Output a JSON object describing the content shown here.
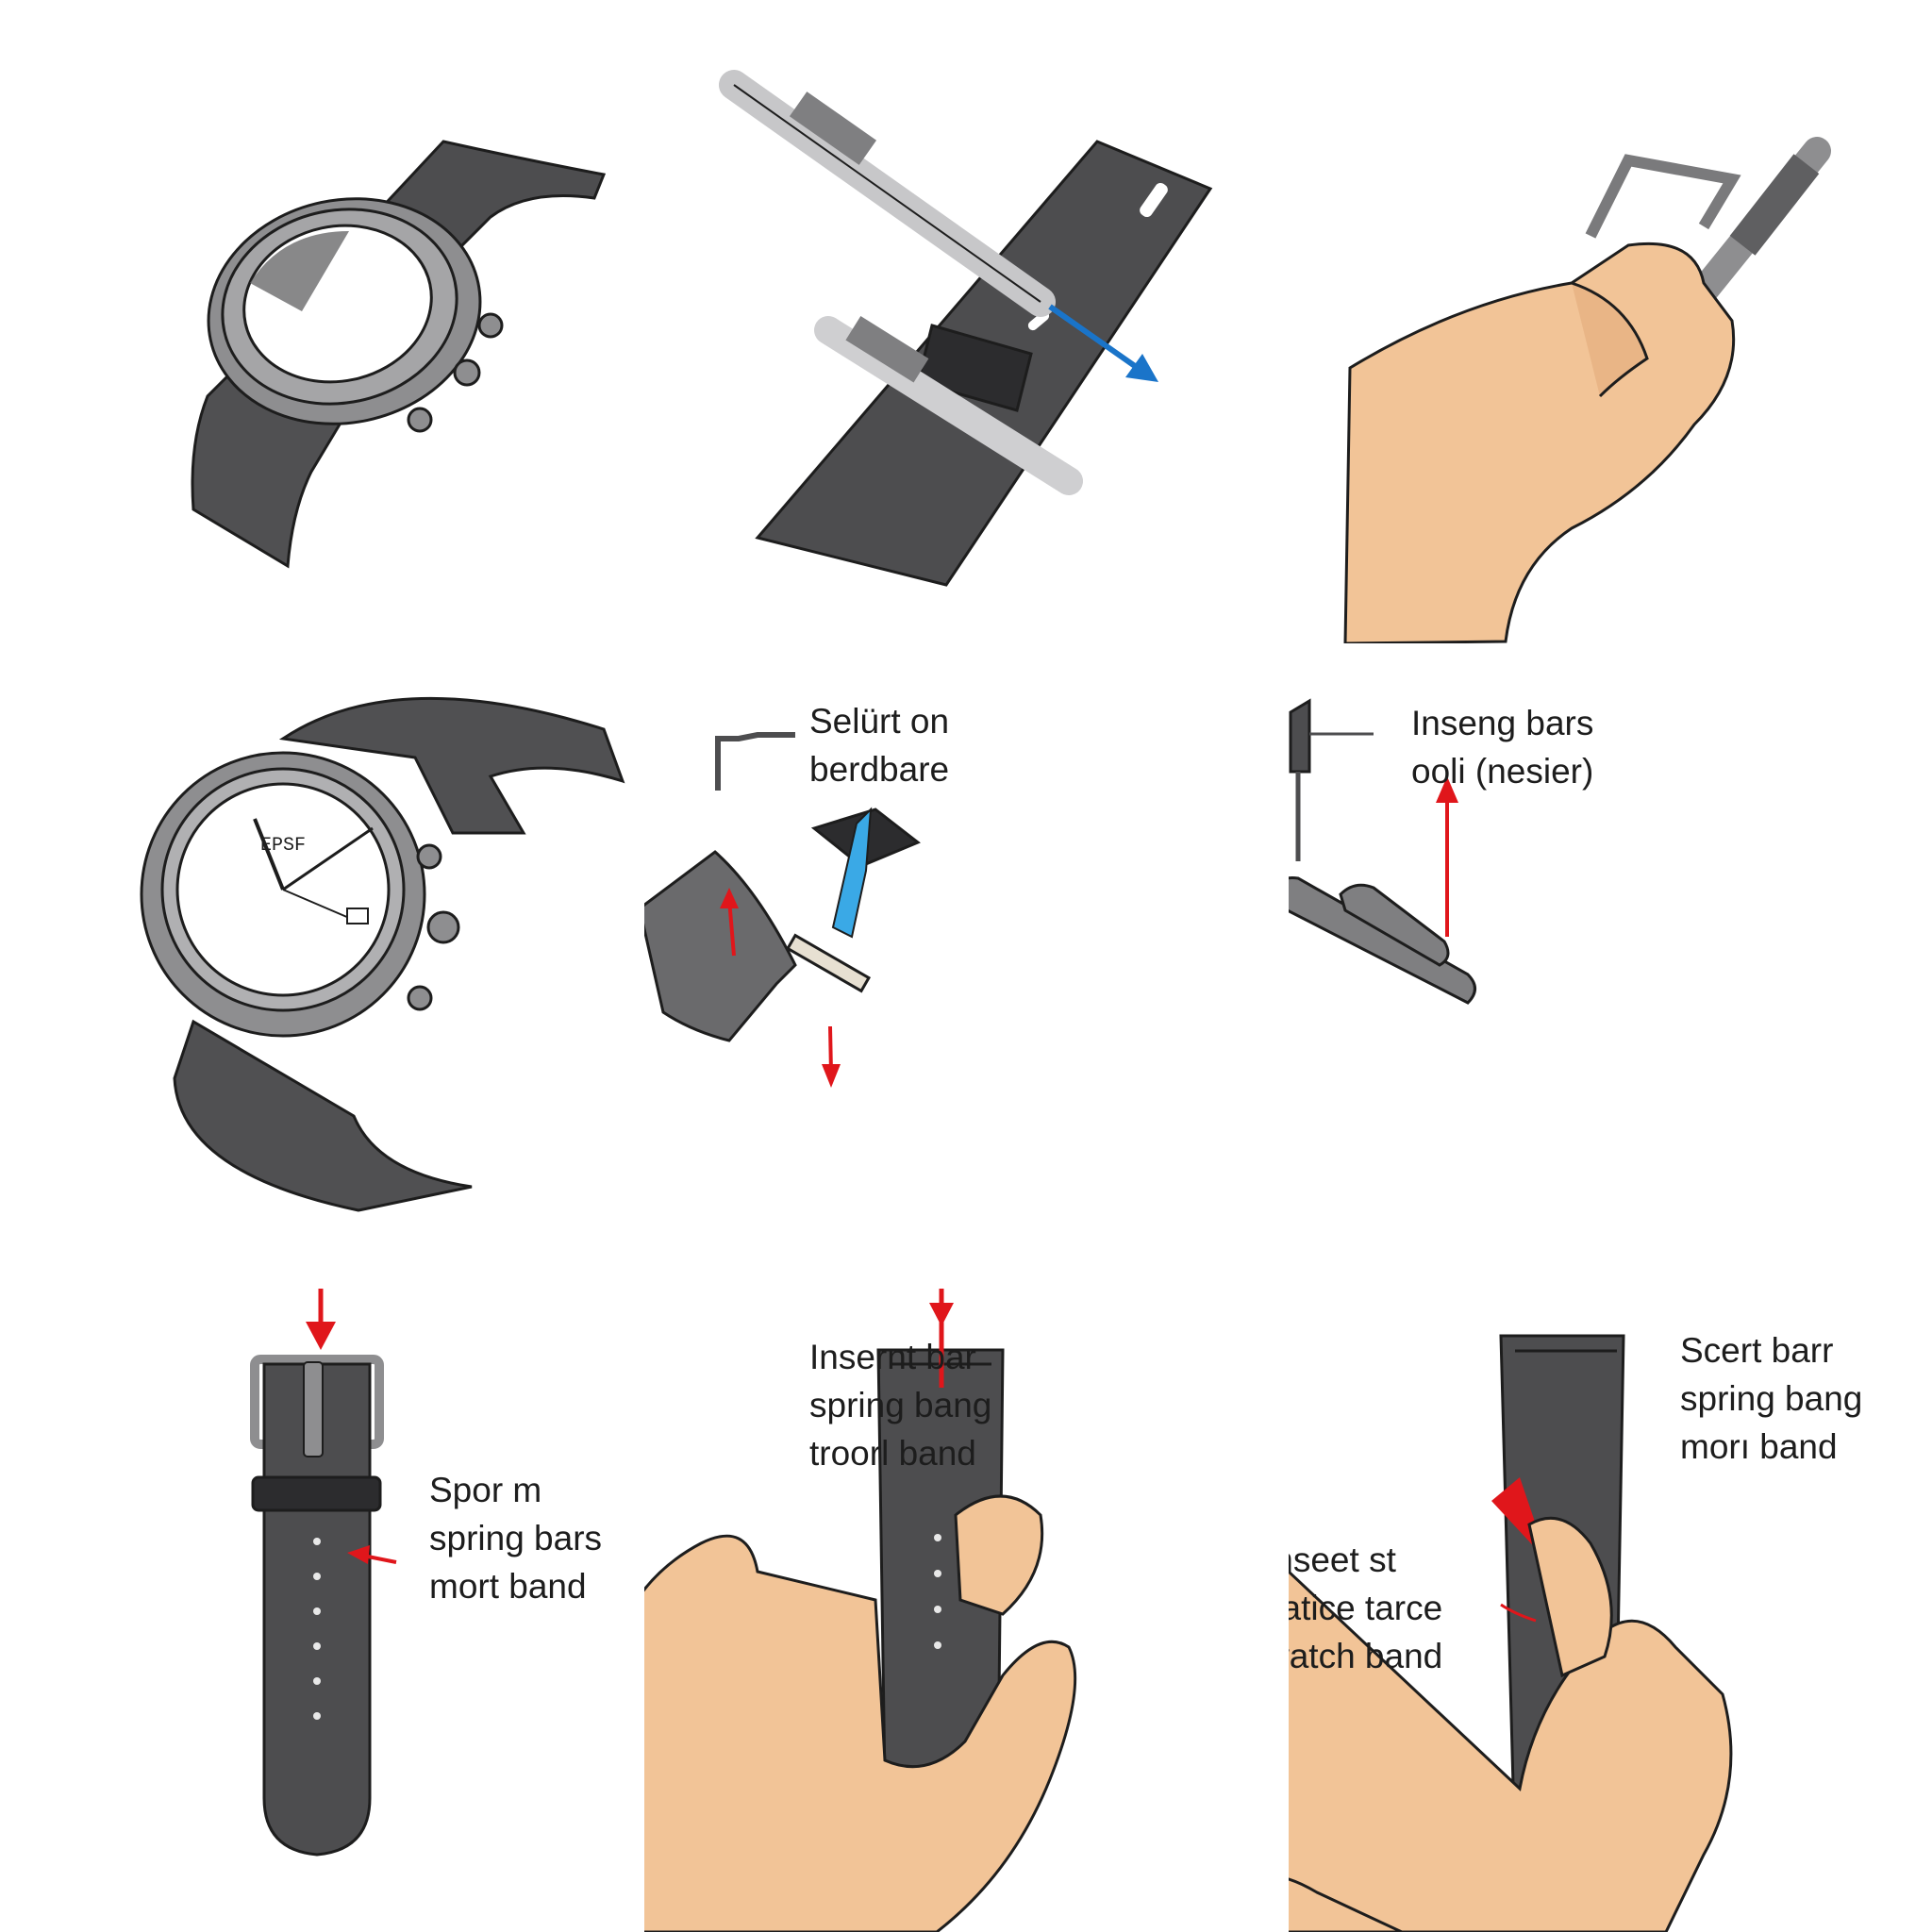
{
  "colors": {
    "band": "#4d4d4f",
    "band_dark": "#2c2c2e",
    "metal": "#9a9a9c",
    "metal_light": "#cfcfd1",
    "skin": "#f2c497",
    "skin_shade": "#d9a77a",
    "arrow_red": "#e0161b",
    "arrow_blue": "#1a74c9",
    "accent_blue": "#3aa9e6",
    "ink": "#1d1d1d"
  },
  "watch_dial_text": "EPSF",
  "captions": {
    "p5": {
      "line1": "Selürt on",
      "line2": "berdbare"
    },
    "p6": {
      "line1": "Inseng bars",
      "line2": "ooli (nesier)"
    },
    "p7": {
      "line1": "Spor m",
      "line2": "spring bars",
      "line3": "mort band"
    },
    "p8": {
      "line1": "Insernt bar",
      "line2": "spring bang",
      "line3": "troorl band"
    },
    "p9a": {
      "line1": "Scert barr",
      "line2": "spring bang",
      "line3": "morı band"
    },
    "p9b": {
      "line1": "Inseet st",
      "line2": "satice tarce",
      "line3": "watch band"
    }
  }
}
